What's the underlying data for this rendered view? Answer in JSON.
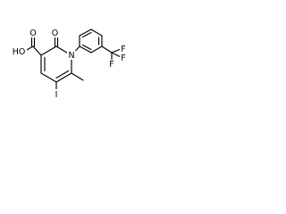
{
  "molecule": {
    "atoms": {
      "oxygen_hydroxyl": "HO",
      "oxygen_carbonyl_acid": "O",
      "oxygen_carbonyl_ring": "O",
      "nitrogen_ring": "N",
      "iodine": "I",
      "fluorine_1": "F",
      "fluorine_2": "F",
      "fluorine_3": "F"
    }
  }
}
